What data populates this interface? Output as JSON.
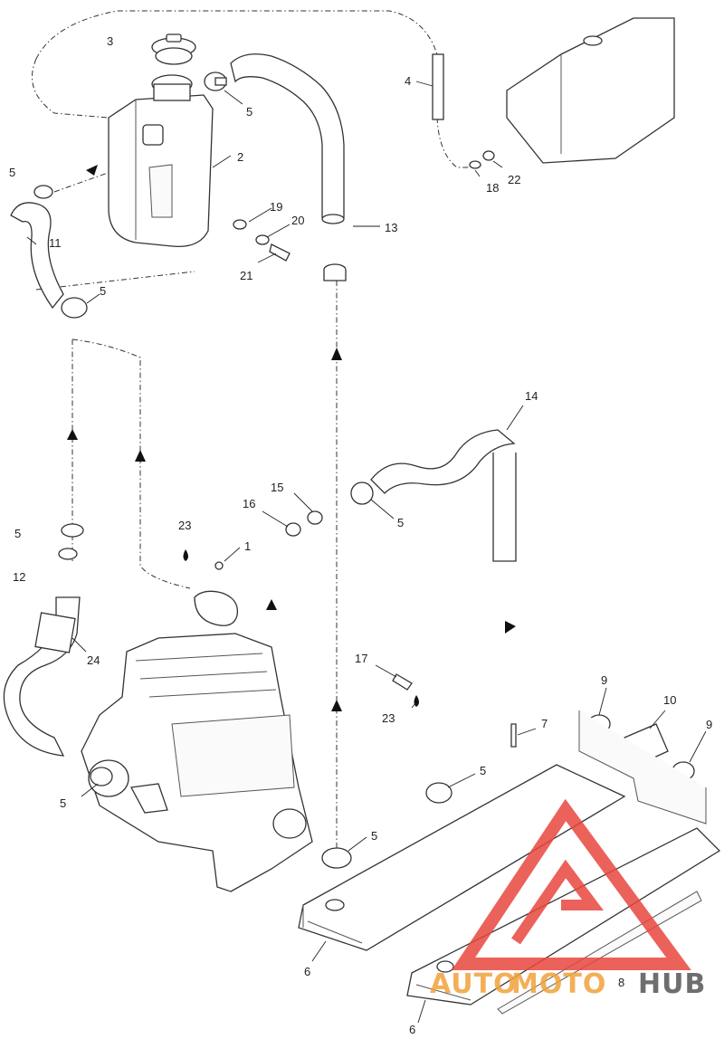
{
  "figure": {
    "callouts": [
      {
        "id": "c3",
        "text": "3"
      },
      {
        "id": "c4",
        "text": "4"
      },
      {
        "id": "c5a",
        "text": "5"
      },
      {
        "id": "c5b",
        "text": "5"
      },
      {
        "id": "c2",
        "text": "2"
      },
      {
        "id": "c19",
        "text": "19"
      },
      {
        "id": "c20",
        "text": "20"
      },
      {
        "id": "c13",
        "text": "13"
      },
      {
        "id": "c22",
        "text": "22"
      },
      {
        "id": "c18",
        "text": "18"
      },
      {
        "id": "c11",
        "text": "11"
      },
      {
        "id": "c5c",
        "text": "5"
      },
      {
        "id": "c21",
        "text": "21"
      },
      {
        "id": "c14",
        "text": "14"
      },
      {
        "id": "c15",
        "text": "15"
      },
      {
        "id": "c16",
        "text": "16"
      },
      {
        "id": "c23a",
        "text": "23"
      },
      {
        "id": "c1",
        "text": "1"
      },
      {
        "id": "c5d",
        "text": "5"
      },
      {
        "id": "c5e",
        "text": "5"
      },
      {
        "id": "c12",
        "text": "12"
      },
      {
        "id": "c24",
        "text": "24"
      },
      {
        "id": "c17",
        "text": "17"
      },
      {
        "id": "c23b",
        "text": "23"
      },
      {
        "id": "c9a",
        "text": "9"
      },
      {
        "id": "c10",
        "text": "10"
      },
      {
        "id": "c9b",
        "text": "9"
      },
      {
        "id": "c7",
        "text": "7"
      },
      {
        "id": "c5f",
        "text": "5"
      },
      {
        "id": "c5g",
        "text": "5"
      },
      {
        "id": "c5h",
        "text": "5"
      },
      {
        "id": "c6a",
        "text": "6"
      },
      {
        "id": "c8",
        "text": "8"
      },
      {
        "id": "c6b",
        "text": "6"
      }
    ]
  },
  "watermark": {
    "text_auto": "AUTO",
    "text_moto": "MOTO",
    "text_hub": "HUB",
    "color_red": "#e8473f",
    "color_orange": "#f2a23a",
    "color_gray": "#555555"
  }
}
